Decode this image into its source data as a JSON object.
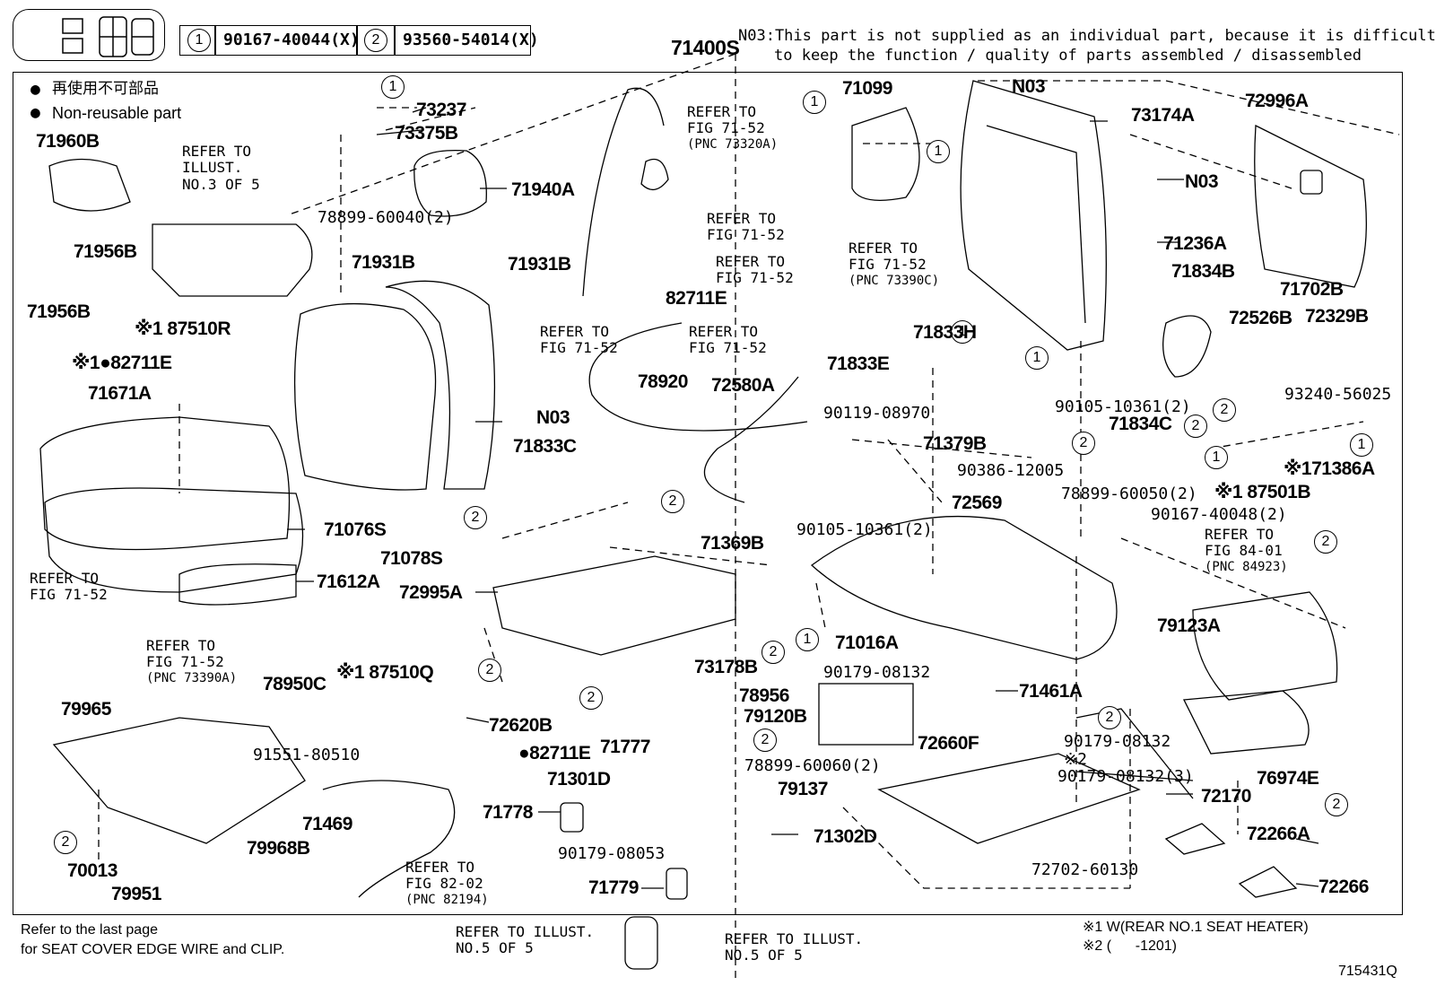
{
  "header": {
    "codes": [
      {
        "num": "1",
        "part": "90167-40044(X)"
      },
      {
        "num": "2",
        "part": "93560-54014(X)"
      }
    ],
    "assembly_pn": "71400S",
    "n03_note_line1": "N03:This part is not supplied as an individual part, because it is difficult",
    "n03_note_line2": "to keep the function / quality of parts assembled / disassembled"
  },
  "legend": {
    "jp": "再使用不可部品",
    "en": "Non-reusable part"
  },
  "refs": {
    "refer_to": "REFER TO",
    "fig_71_52": "FIG 71-52",
    "illust": "ILLUST.",
    "no3of5": "NO.3 OF 5",
    "pnc_73320a": "(PNC 73320A)",
    "pnc_73390c": "(PNC 73390C)",
    "pnc_73390a": "(PNC 73390A)",
    "fig_84_01": "FIG 84-01",
    "pnc_84923": "(PNC 84923)",
    "fig_82_02": "FIG 82-02",
    "pnc_82194": "(PNC 82194)",
    "refer_illust_a": "REFER TO ILLUST.",
    "no5of5": "NO.5 OF 5",
    "refer_illust_b": "REFER TO ILLUST."
  },
  "parts": {
    "p73237": "73237",
    "p73375b": "73375B",
    "p71960b": "71960B",
    "p78899_60040": "78899-60040(2)",
    "p71940a": "71940A",
    "p71956b_a": "71956B",
    "p71956b_b": "71956B",
    "p71931b_a": "71931B",
    "p71931b_b": "71931B",
    "p87510r": "※1 87510R",
    "p82711e_a": "※1●82711E",
    "p71671a": "71671A",
    "p82711e_b": "82711E",
    "p71099": "71099",
    "pN03_a": "N03",
    "p73174a": "73174A",
    "p72996a": "72996A",
    "pN03_b": "N03",
    "p71236a": "71236A",
    "p71702b": "71702B",
    "p71834b": "71834B",
    "p72526b": "72526B",
    "p72329b": "72329B",
    "p71833h": "71833H",
    "p71833e": "71833E",
    "p93240_56025": "93240-56025",
    "p90105_10361_a": "90105-10361(2)",
    "p78920": "78920",
    "p72580a": "72580A",
    "pN03_c": "N03",
    "p90119_08970": "90119-08970",
    "p71379b": "71379B",
    "p71834c": "71834C",
    "p71386a": "※171386A",
    "p90386_12005": "90386-12005",
    "p87501b": "※1 87501B",
    "p71833c": "71833C",
    "p72569": "72569",
    "p78899_60050": "78899-60050(2)",
    "p90167_40048": "90167-40048(2)",
    "p71076s": "71076S",
    "p71078s": "71078S",
    "p90105_10361_b": "90105-10361(2)",
    "p71369b": "71369B",
    "p71612a": "71612A",
    "p72995a": "72995A",
    "p71016a": "71016A",
    "p79123a": "79123A",
    "p73178b": "73178B",
    "p87510q": "※1 87510Q",
    "p78950c": "78950C",
    "p90179_08132_a": "90179-08132",
    "p71461a": "71461A",
    "p78956": "78956",
    "p79120b": "79120B",
    "p72660f": "72660F",
    "p79965": "79965",
    "p72620b": "72620B",
    "p91551_80510": "91551-80510",
    "p82711e_c": "●82711E",
    "p71777": "71777",
    "p90179_08132_b": "90179-08132",
    "p78899_60060": "78899-60060(2)",
    "p71301d": "71301D",
    "p90179_08132_c": "90179-08132(3)",
    "p72170": "72170",
    "p76974e": "76974E",
    "p79137": "79137",
    "p71469": "71469",
    "p71778": "71778",
    "p72266a": "72266A",
    "p79968b": "79968B",
    "p70013": "70013",
    "p90179_08053": "90179-08053",
    "p71302d": "71302D",
    "p79951": "79951",
    "p71779": "71779",
    "p72702_60130": "72702-60130",
    "p72266": "72266",
    "x2_mark": "※2"
  },
  "footer": {
    "left_line1": "Refer to the last page",
    "left_line2": "for SEAT COVER EDGE WIRE and CLIP.",
    "note1": "※1 W(REAR NO.1 SEAT HEATER)",
    "note2": "※2 (      -1201)",
    "fig_id": "715431Q"
  },
  "circles": {
    "one": "1",
    "two": "2"
  }
}
